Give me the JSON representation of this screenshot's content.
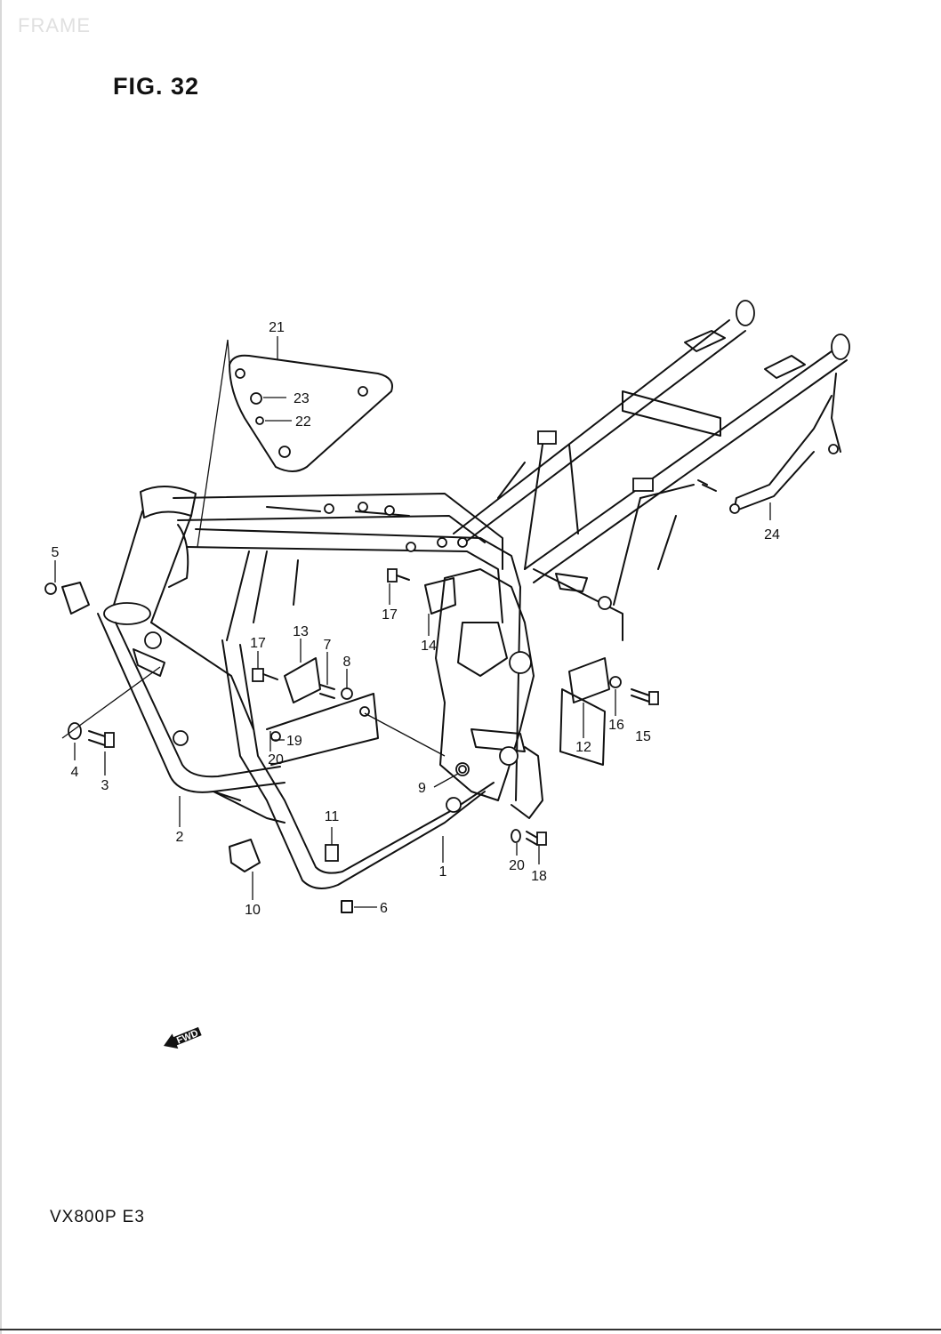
{
  "watermark": "FRAME",
  "figure": "FIG. 32",
  "model": "VX800P  E3",
  "fwd_label": "FWD",
  "callouts": [
    {
      "id": "1",
      "label": "1"
    },
    {
      "id": "2",
      "label": "2"
    },
    {
      "id": "3",
      "label": "3"
    },
    {
      "id": "4",
      "label": "4"
    },
    {
      "id": "5",
      "label": "5"
    },
    {
      "id": "6",
      "label": "6"
    },
    {
      "id": "7",
      "label": "7"
    },
    {
      "id": "8",
      "label": "8"
    },
    {
      "id": "9",
      "label": "9"
    },
    {
      "id": "10",
      "label": "10"
    },
    {
      "id": "11",
      "label": "11"
    },
    {
      "id": "12",
      "label": "12"
    },
    {
      "id": "13",
      "label": "13"
    },
    {
      "id": "14",
      "label": "14"
    },
    {
      "id": "15",
      "label": "15"
    },
    {
      "id": "16",
      "label": "16"
    },
    {
      "id": "17a",
      "label": "17"
    },
    {
      "id": "17b",
      "label": "17"
    },
    {
      "id": "18",
      "label": "18"
    },
    {
      "id": "19",
      "label": "19"
    },
    {
      "id": "20a",
      "label": "20"
    },
    {
      "id": "20b",
      "label": "20"
    },
    {
      "id": "21",
      "label": "21"
    },
    {
      "id": "22",
      "label": "22"
    },
    {
      "id": "23",
      "label": "23"
    },
    {
      "id": "24",
      "label": "24"
    }
  ]
}
